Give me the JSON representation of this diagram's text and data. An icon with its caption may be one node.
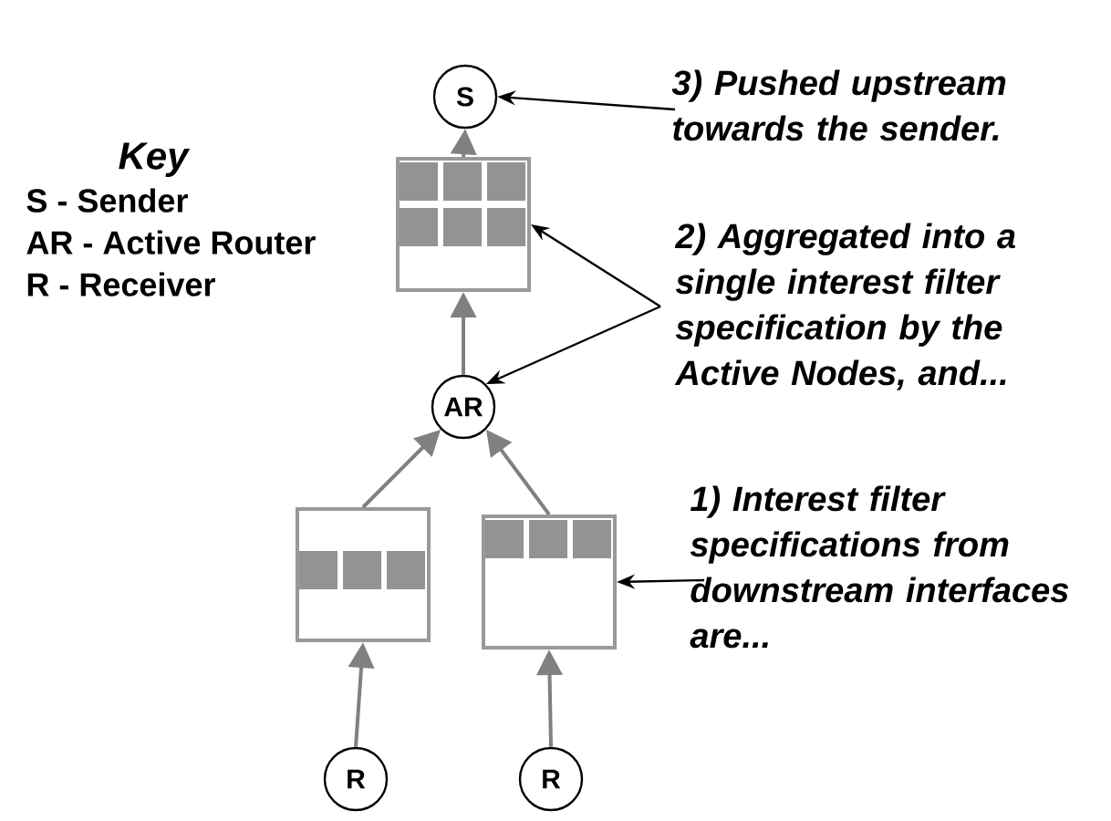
{
  "diagram": {
    "nodes": [
      {
        "text": [
          "S"
        ]
      },
      {
        "text": [],
        "shape": "box"
      },
      {
        "text": [
          "AR"
        ]
      },
      {
        "text": [],
        "shape": "box"
      },
      {
        "text": [],
        "shape": "box"
      },
      {
        "text": [
          "R"
        ]
      },
      {
        "text": [
          "R"
        ]
      },
      {
        "text": [
          "3) Pushed upstream towards the sender."
        ]
      },
      {
        "text": [
          "2) Aggregated into a single interest filter specification by the Active Nodes, and..."
        ]
      },
      {
        "text": [
          "1) Interest filter specifications from downstream interfaces are..."
        ]
      }
    ],
    "edges": [
      {
        "from": 5,
        "to": 3,
        "arrow": "to"
      },
      {
        "from": 6,
        "to": 4,
        "arrow": "to"
      },
      {
        "from": 3,
        "to": 2,
        "arrow": "to"
      },
      {
        "from": 4,
        "to": 2,
        "arrow": "to"
      },
      {
        "from": 2,
        "to": 1,
        "arrow": "to"
      },
      {
        "from": 1,
        "to": 0,
        "arrow": "to"
      },
      {
        "from": 7,
        "to": 0,
        "arrow": "to",
        "color": "#000000"
      },
      {
        "from": 8,
        "to": 1,
        "arrow": "to",
        "color": "#000000"
      },
      {
        "from": 8,
        "to": 2,
        "arrow": "to",
        "color": "#000000"
      },
      {
        "from": 9,
        "to": 4,
        "arrow": "to",
        "color": "#000000"
      }
    ],
    "labels": [
      "Key",
      "S - Sender",
      "AR - Active Router",
      "R - Receiver"
    ]
  }
}
